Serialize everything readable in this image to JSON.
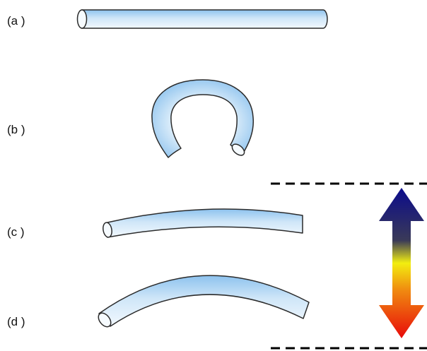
{
  "panels": [
    {
      "label": "(a )",
      "shape": "straight-tube"
    },
    {
      "label": "(b )",
      "shape": "tube-bent-into-ring"
    },
    {
      "label": "(c )",
      "shape": "slightly-curved-tube"
    },
    {
      "label": "(d )",
      "shape": "strongly-curved-tube"
    }
  ],
  "colors": {
    "tube_outline": "#2b2b2b",
    "tube_light": "#eef6fd",
    "tube_mid": "#bcdcf6",
    "tube_dark": "#8dc2ee",
    "dashed_line": "#000000",
    "arrow_top": "#0b0b8c",
    "arrow_mid_dark": "#3a3a58",
    "arrow_yellow": "#f2ee10",
    "arrow_orange": "#f08a10",
    "arrow_bottom": "#e80a0a"
  },
  "arrow_icon": "double-headed-gradient-arrow-icon"
}
